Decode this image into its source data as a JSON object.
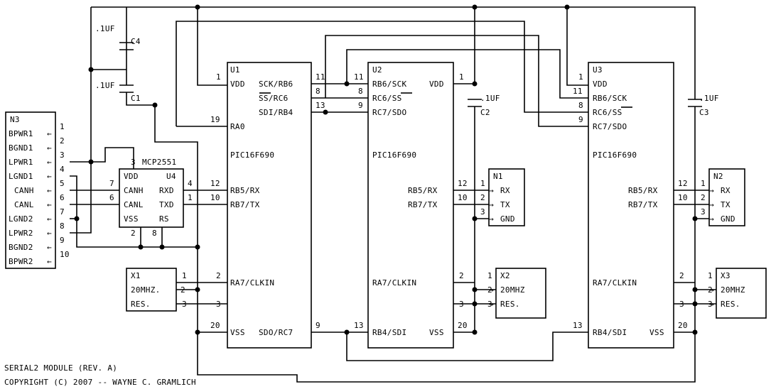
{
  "footer": {
    "title": "SERIAL2 MODULE (REV. A)",
    "copyright": "COPYRIGHT (C) 2007 -- WAYNE C. GRAMLICH"
  },
  "connector_n3": {
    "ref": "N3",
    "pins": [
      {
        "num": "1",
        "label": "BPWR1"
      },
      {
        "num": "2",
        "label": "BGND1"
      },
      {
        "num": "3",
        "label": "LPWR1"
      },
      {
        "num": "4",
        "label": "LGND1"
      },
      {
        "num": "5",
        "label": "CANH"
      },
      {
        "num": "6",
        "label": "CANL"
      },
      {
        "num": "7",
        "label": "LGND2"
      },
      {
        "num": "8",
        "label": "LPWR2"
      },
      {
        "num": "9",
        "label": "BGND2"
      },
      {
        "num": "10",
        "label": "BPWR2"
      }
    ]
  },
  "capacitors": [
    {
      "ref": "C4",
      "value": ".1UF"
    },
    {
      "ref": "C1",
      "value": ".1UF"
    },
    {
      "ref": "C2",
      "value": ".1UF"
    },
    {
      "ref": "C3",
      "value": ".1UF"
    }
  ],
  "transceiver": {
    "ref": "U4",
    "part": "MCP2551",
    "pins": {
      "vdd": "VDD",
      "canh": "CANH",
      "canl": "CANL",
      "vss": "VSS",
      "rxd": "RXD",
      "txd": "TXD",
      "rs": "RS"
    },
    "nums": {
      "vdd": "3",
      "canh": "7",
      "canl": "6",
      "vss": "2",
      "rs": "8",
      "rxd": "4",
      "txd": "1"
    }
  },
  "mcus": [
    {
      "ref": "U1",
      "part": "PIC16F690",
      "left": [
        {
          "num": "1",
          "label": "VDD"
        },
        {
          "num": "19",
          "label": "RA0"
        },
        {
          "num": "12",
          "label": "RB5/RX"
        },
        {
          "num": "10",
          "label": "RB7/TX"
        },
        {
          "num": "2",
          "label": "RA7/CLKIN"
        },
        {
          "num": "20",
          "label": "VSS"
        }
      ],
      "right": [
        {
          "num": "11",
          "label": "SCK/RB6"
        },
        {
          "num": "8",
          "label": "SS/RC6"
        },
        {
          "num": "13",
          "label": "SDI/RB4"
        },
        {
          "num": "9",
          "label": "SDO/RC7"
        }
      ],
      "extra_left_num": "3"
    },
    {
      "ref": "U2",
      "part": "PIC16F690",
      "left": [
        {
          "num": "11",
          "label": "RB6/SCK"
        },
        {
          "num": "8",
          "label": "RC6/SS"
        },
        {
          "num": "9",
          "label": "RC7/SDO"
        },
        {
          "num": "13",
          "label": "RB4/SDI"
        }
      ],
      "right": [
        {
          "num": "1",
          "label": "VDD"
        },
        {
          "num": "12",
          "label": "RB5/RX"
        },
        {
          "num": "10",
          "label": "RB7/TX"
        },
        {
          "num": "2",
          "label": "RA7/CLKIN"
        },
        {
          "num": "20",
          "label": "VSS"
        }
      ],
      "extra_right_num": "3"
    },
    {
      "ref": "U3",
      "part": "PIC16F690",
      "left": [
        {
          "num": "1",
          "label": "VDD"
        },
        {
          "num": "11",
          "label": "RB6/SCK"
        },
        {
          "num": "8",
          "label": "RC6/SS"
        },
        {
          "num": "9",
          "label": "RC7/SDO"
        },
        {
          "num": "13",
          "label": "RB4/SDI"
        }
      ],
      "right": [
        {
          "num": "12",
          "label": "RB5/RX"
        },
        {
          "num": "10",
          "label": "RB7/TX"
        },
        {
          "num": "2",
          "label": "RA7/CLKIN"
        },
        {
          "num": "20",
          "label": "VSS"
        }
      ],
      "extra_right_num": "3"
    }
  ],
  "resonators": [
    {
      "ref": "X1",
      "value": "20MHZ.",
      "type": "RES.",
      "nums": [
        "1",
        "2",
        "3"
      ]
    },
    {
      "ref": "X2",
      "value": "20MHZ",
      "type": "RES.",
      "nums": [
        "1",
        "2",
        "3"
      ]
    },
    {
      "ref": "X3",
      "value": "20MHZ",
      "type": "RES.",
      "nums": [
        "1",
        "2",
        "3"
      ]
    }
  ],
  "serial_ports": [
    {
      "ref": "N1",
      "pins": [
        {
          "num": "1",
          "label": "RX"
        },
        {
          "num": "2",
          "label": "TX"
        },
        {
          "num": "3",
          "label": "GND"
        }
      ]
    },
    {
      "ref": "N2",
      "pins": [
        {
          "num": "1",
          "label": "RX"
        },
        {
          "num": "2",
          "label": "TX"
        },
        {
          "num": "3",
          "label": "GND"
        }
      ]
    }
  ]
}
